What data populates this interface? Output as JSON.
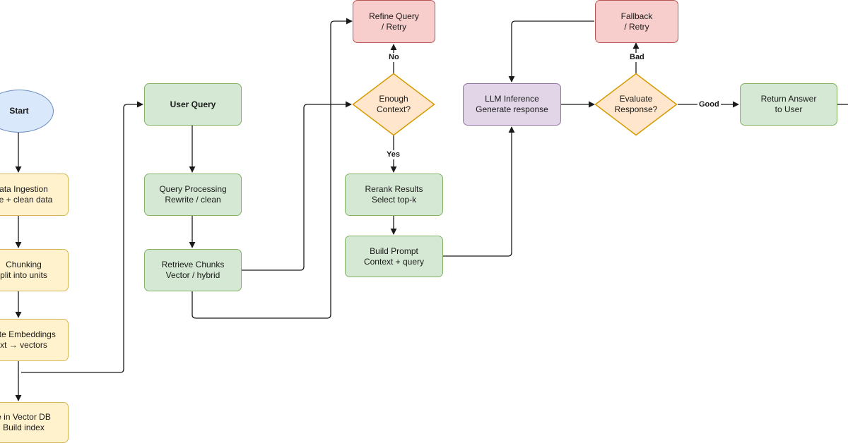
{
  "nodes": {
    "start": {
      "label": "Start"
    },
    "ingestion": {
      "line1": "ata Ingestion",
      "line2": "se + clean data"
    },
    "chunking": {
      "line1": "Chunking",
      "line2": "plit into units"
    },
    "embeddings": {
      "line1": "rate Embeddings",
      "line2": "xt → vectors"
    },
    "vectordb": {
      "line1": "e in Vector DB",
      "line2": "Build index"
    },
    "user_query": {
      "label": "User Query"
    },
    "query_processing": {
      "line1": "Query Processing",
      "line2": "Rewrite / clean"
    },
    "retrieve": {
      "line1": "Retrieve Chunks",
      "line2": "Vector / hybrid"
    },
    "refine": {
      "line1": "Refine Query",
      "line2": "/ Retry"
    },
    "enough_context": {
      "line1": "Enough",
      "line2": "Context?"
    },
    "rerank": {
      "line1": "Rerank Results",
      "line2": "Select top-k"
    },
    "build_prompt": {
      "line1": "Build Prompt",
      "line2": "Context + query"
    },
    "llm": {
      "line1": "LLM Inference",
      "line2": "Generate response"
    },
    "fallback": {
      "line1": "Fallback",
      "line2": "/ Retry"
    },
    "evaluate": {
      "line1": "Evaluate",
      "line2": "Response?"
    },
    "return_answer": {
      "line1": "Return Answer",
      "line2": "to User"
    }
  },
  "edge_labels": {
    "no": "No",
    "yes": "Yes",
    "bad": "Bad",
    "good": "Good"
  },
  "colors": {
    "edge": "#1a1a1a",
    "diamond_fill": "#ffe6cc",
    "diamond_stroke": "#d79b00"
  }
}
